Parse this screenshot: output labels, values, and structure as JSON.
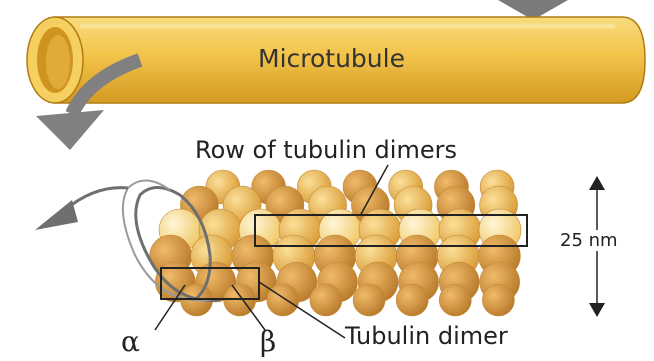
{
  "labels": {
    "microtubule": "Microtubule",
    "row": "Row of tubulin dimers",
    "dimension": "25 nm",
    "alpha": "α",
    "beta": "β",
    "dimer": "Tubulin dimer"
  },
  "colors": {
    "tube_fill": "#f2c349",
    "tube_edge": "#b07c12",
    "subunit_light": "#fbe6a8",
    "subunit_mid": "#efbf57",
    "subunit_dark": "#c98b2c",
    "arrow": "#7a7a7a",
    "line": "#222222"
  },
  "icons": {
    "curved_arrow": "curved-arrow-icon",
    "rotation_arrow": "rotation-arrow-icon",
    "dimension_arrow": "double-arrow-icon"
  }
}
